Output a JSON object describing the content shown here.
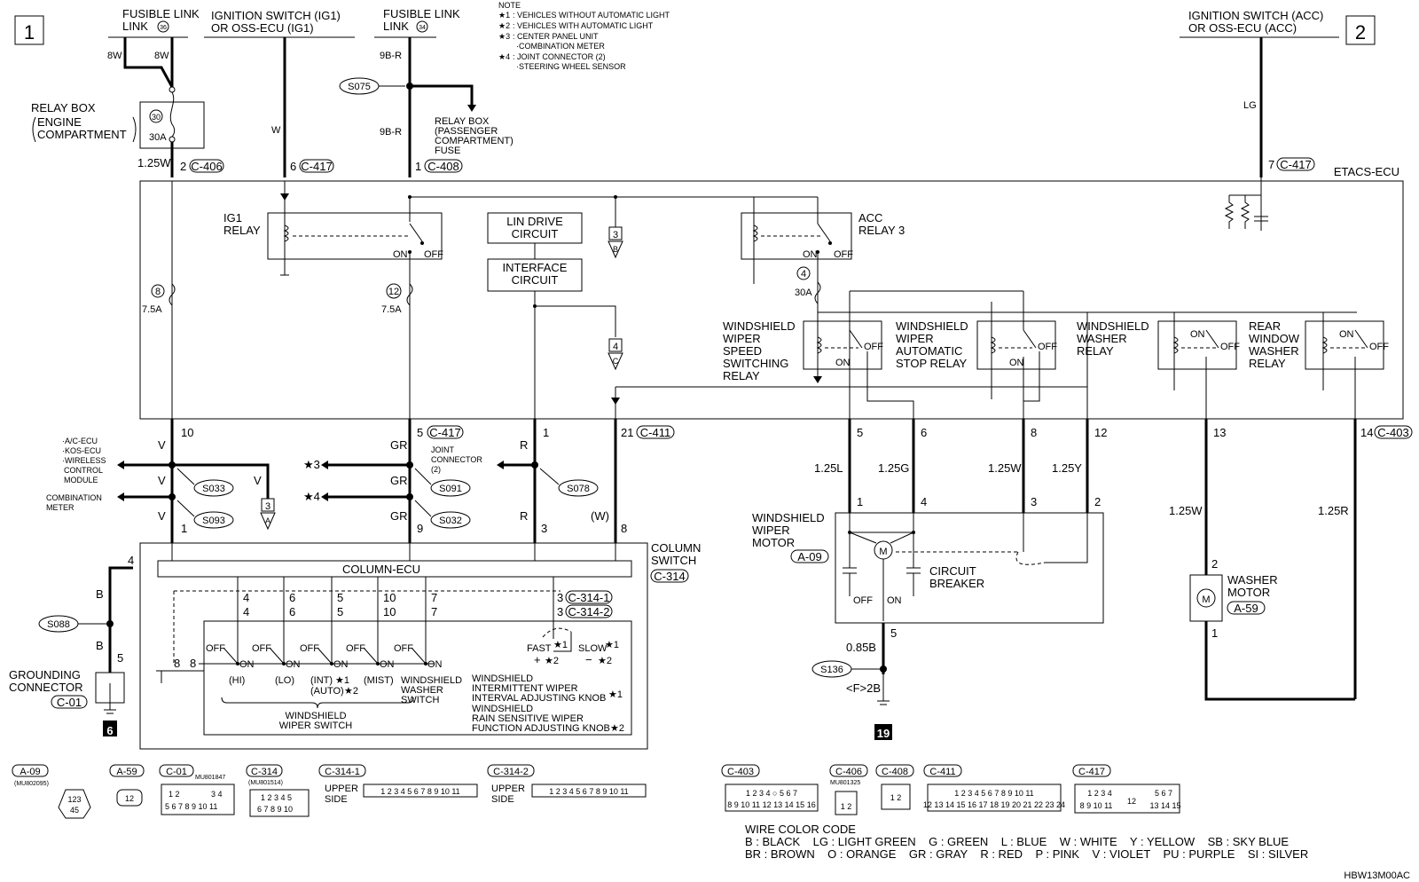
{
  "page_marks": {
    "left": "1",
    "right": "2",
    "code": "HBW13M00AC"
  },
  "supplies": {
    "fusible_link_36": "FUSIBLE LINK",
    "fusible_link_36_no": "36",
    "ig_switch": "IGNITION SWITCH (IG1)",
    "ig_switch_2": "OR OSS-ECU (IG1)",
    "fusible_link_34": "FUSIBLE LINK",
    "fusible_link_34_no": "34",
    "acc_switch": "IGNITION SWITCH (ACC)",
    "acc_switch_2": "OR OSS-ECU (ACC)"
  },
  "notes": {
    "title": "NOTE",
    "n1_mark": "★1",
    "n1": ": VEHICLES WITHOUT AUTOMATIC LIGHT",
    "n2_mark": "★2",
    "n2": ": VEHICLES WITH AUTOMATIC LIGHT",
    "n3_mark": "★3",
    "n3a": ": CENTER PANEL UNIT",
    "n3b": "·COMBINATION METER",
    "n4_mark": "★4",
    "n4a": ": JOINT CONNECTOR (2)",
    "n4b": "·STEERING WHEEL SENSOR"
  },
  "relay_box_engine": {
    "l1": "RELAY BOX",
    "l2": "ENGINE",
    "l3": "COMPARTMENT",
    "fuse_no": "30",
    "amp": "30A"
  },
  "relay_box_pass": {
    "l1": "RELAY BOX",
    "l2": "(PASSENGER",
    "l3": "COMPARTMENT)",
    "l4": "FUSE"
  },
  "wires": {
    "w8w_a": "8W",
    "w8w_b": "8W",
    "w125w_top": "1.25W",
    "wW": "W",
    "w9br_a": "9B-R",
    "w9br_b": "9B-R",
    "wLG": "LG",
    "wV1": "V",
    "wV2": "V",
    "wV3": "V",
    "wV4": "V",
    "wGR1": "GR",
    "wGR2": "GR",
    "wGR3": "GR",
    "wR1": "R",
    "wR2": "R",
    "wW_par": "(W)",
    "wB1": "B",
    "wB2": "B",
    "w125L": "1.25L",
    "w125G": "1.25G",
    "w125W": "1.25W",
    "w125Y": "1.25Y",
    "w125W_b": "1.25W",
    "w125R": "1.25R",
    "w085B": "0.85B"
  },
  "connectors": {
    "c406": "C-406",
    "c417a": "C-417",
    "c408": "C-408",
    "c417b": "C-417",
    "c417c": "C-417",
    "c411": "C-411",
    "c403": "C-403",
    "c314": "C-314",
    "c314_1": "C-314-1",
    "c314_2": "C-314-2",
    "a09": "A-09",
    "a59": "A-59",
    "c01": "C-01"
  },
  "pins": {
    "p2": "2",
    "p6": "6",
    "p1": "1",
    "p7": "7",
    "p10": "10",
    "p5": "5",
    "p1b": "1",
    "p21": "21",
    "p5b": "5",
    "p6b": "6",
    "p8b": "8",
    "p12b": "12",
    "p13b": "13",
    "p14b": "14",
    "p1c": "1",
    "p9c": "9",
    "p3c": "3",
    "p8c": "8",
    "m1": "1",
    "m4": "4",
    "m3": "3",
    "m2": "2",
    "m5": "5",
    "wm2": "2",
    "wm1": "1",
    "g4": "4",
    "g5": "5",
    "cs4a": "4",
    "cs4b": "4",
    "cs6a": "6",
    "cs6b": "6",
    "cs5a": "5",
    "cs5b": "5",
    "cs10a": "10",
    "cs10b": "10",
    "cs7a": "7",
    "cs7b": "7",
    "cs3a": "3",
    "cs3b": "3",
    "cs8a": "8",
    "cs8b": "8"
  },
  "splices": {
    "s075": "S075",
    "s033": "S033",
    "s093": "S093",
    "s091": "S091",
    "s032": "S032",
    "s078": "S078",
    "s088": "S088",
    "s136": "S136"
  },
  "etacs": {
    "title": "ETACS-ECU",
    "ig1_relay": "IG1",
    "ig1_relay_2": "RELAY",
    "lin": "LIN DRIVE",
    "lin2": "CIRCUIT",
    "iface": "INTERFACE",
    "iface2": "CIRCUIT",
    "acc_relay": "ACC",
    "acc_relay_2": "RELAY 3",
    "on": "ON",
    "off": "OFF",
    "fuse8": "8",
    "fuse8a": "7.5A",
    "fuse12": "12",
    "fuse12a": "7.5A",
    "fuse4": "4",
    "fuse4a": "30A",
    "speed_relay": [
      "WINDSHIELD",
      "WIPER",
      "SPEED",
      "SWITCHING",
      "RELAY"
    ],
    "auto_relay": [
      "WINDSHIELD",
      "WIPER",
      "AUTOMATIC",
      "STOP RELAY"
    ],
    "washer_relay": [
      "WINDSHIELD",
      "WASHER",
      "RELAY"
    ],
    "rear_relay": [
      "REAR",
      "WINDOW",
      "WASHER",
      "RELAY"
    ],
    "ref3": "3",
    "ref3l": "B",
    "ref4": "4",
    "ref4l": "C"
  },
  "left_dest": {
    "a": "·A/C-ECU",
    "b": "·KOS-ECU",
    "c": "·WIRELESS",
    "d": "CONTROL",
    "e": "MODULE",
    "f": "COMBINATION",
    "g": "METER",
    "ref3": "3",
    "ref3l": "A",
    "star3": "★3",
    "star4": "★4",
    "jc": "JOINT",
    "jc2": "CONNECTOR",
    "jc3": "(2)"
  },
  "column": {
    "title": "COLUMN",
    "title2": "SWITCH",
    "ecu": "COLUMN-ECU",
    "off": "OFF",
    "on": "ON",
    "hi": "(HI)",
    "lo": "(LO)",
    "int": "(INT)",
    "auto": "(AUTO)",
    "mist": "(MIST)",
    "star1": "★1",
    "star2": "★2",
    "washer_sw": [
      "WINDSHIELD",
      "WASHER",
      "SWITCH"
    ],
    "wiper_sw": [
      "WINDSHIELD",
      "WIPER SWITCH"
    ],
    "fast": "FAST",
    "slow": "SLOW",
    "plus": "+",
    "minus": "−",
    "knob1": [
      "WINDSHIELD",
      "INTERMITTENT WIPER",
      "INTERVAL ADJUSTING KNOB"
    ],
    "knob2": [
      "WINDSHIELD",
      "RAIN SENSITIVE WIPER",
      "FUNCTION ADJUSTING KNOB"
    ]
  },
  "ground": {
    "title": "GROUNDING",
    "title2": "CONNECTOR",
    "num": "6",
    "num2": "19",
    "fb": "<F>2B"
  },
  "motor": {
    "t1": "WINDSHIELD",
    "t2": "WIPER",
    "t3": "MOTOR",
    "cb": "CIRCUIT",
    "cb2": "BREAKER",
    "off": "OFF",
    "on": "ON"
  },
  "washer_motor": {
    "t1": "WASHER",
    "t2": "MOTOR"
  },
  "legend_connectors": {
    "a09": "A-09",
    "a09p": "(MU802095)",
    "a59": "A-59",
    "c01": "C-01",
    "c01p": "MU801847",
    "c314": "C-314",
    "c314p": "(MU801514)",
    "c314_1": "C-314-1",
    "c314_2": "C-314-2",
    "upper": "UPPER",
    "side": "SIDE",
    "c403": "C-403",
    "c406": "C-406",
    "c406p": "MU801325",
    "c408": "C-408",
    "c411": "C-411",
    "c417": "C-417",
    "n12": "12"
  },
  "wire_color_code": {
    "title": "WIRE COLOR CODE",
    "row1": "B : BLACK    LG : LIGHT GREEN    G : GREEN    L : BLUE    W : WHITE    Y : YELLOW    SB : SKY BLUE",
    "row2": "BR : BROWN    O : ORANGE    GR : GRAY    R : RED    P : PINK    V : VIOLET    PU : PURPLE    SI : SILVER"
  }
}
